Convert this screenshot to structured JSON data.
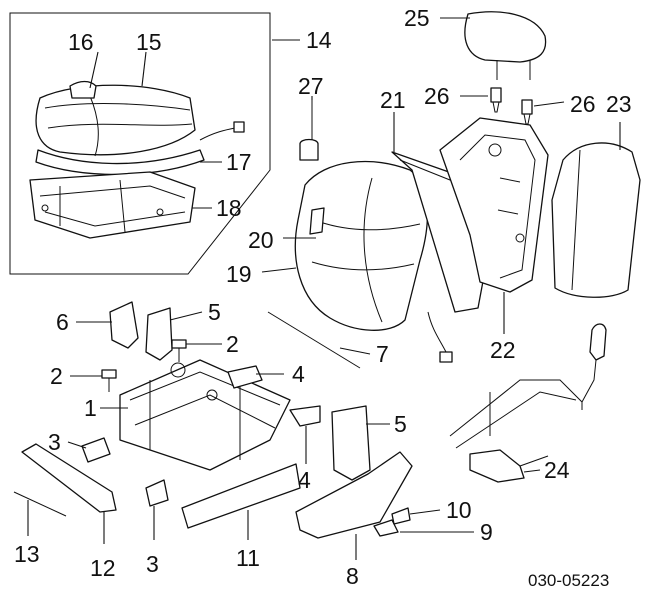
{
  "callouts": {
    "c1": "1",
    "c2a": "2",
    "c2b": "2",
    "c3a": "3",
    "c3b": "3",
    "c4a": "4",
    "c4b": "4",
    "c5a": "5",
    "c5b": "5",
    "c6": "6",
    "c7": "7",
    "c8": "8",
    "c9": "9",
    "c10": "10",
    "c11": "11",
    "c12": "12",
    "c13": "13",
    "c14": "14",
    "c15": "15",
    "c16": "16",
    "c17": "17",
    "c18": "18",
    "c19": "19",
    "c20": "20",
    "c21": "21",
    "c22": "22",
    "c23": "23",
    "c24": "24",
    "c25": "25",
    "c26a": "26",
    "c26b": "26",
    "c27": "27"
  },
  "diagram_code": "030-05223"
}
